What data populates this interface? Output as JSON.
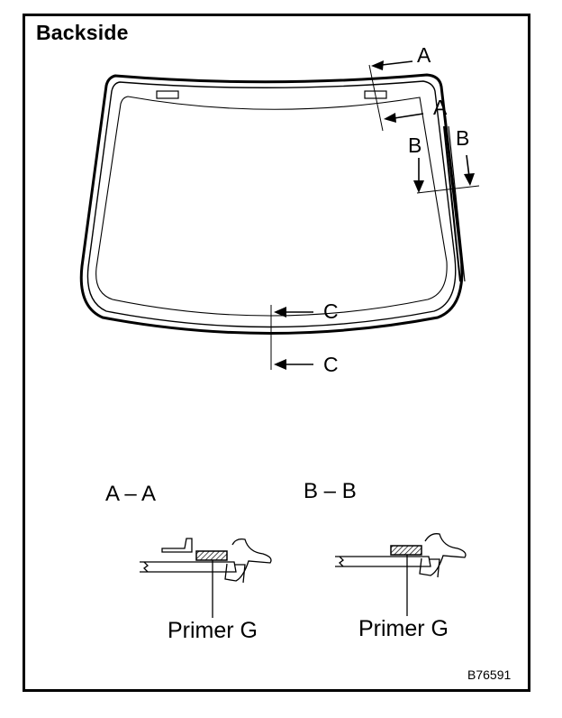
{
  "title": "Backside",
  "cut_labels": {
    "a_top": "A",
    "a_bottom": "A",
    "b_left": "B",
    "b_right": "B",
    "c_top": "C",
    "c_bottom": "C"
  },
  "sections": [
    {
      "heading": "A – A",
      "callout": "Primer G"
    },
    {
      "heading": "B – B",
      "callout": "Primer G"
    }
  ],
  "figure_code": "B76591"
}
